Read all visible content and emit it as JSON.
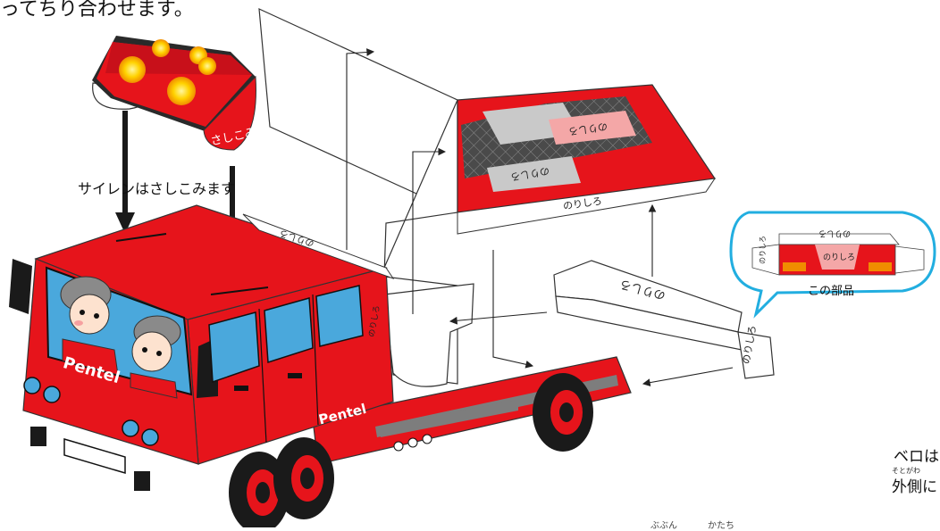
{
  "instruction_top": "ってちり合わせます。",
  "siren_caption": "サイレンはさしこみます",
  "sashikomi_label": "さしこみ",
  "glue_tab_label": "のりしろ",
  "callout": {
    "tab_label": "のりしろ",
    "caption": "この部品"
  },
  "brand_logo": "Pentel",
  "right_text": {
    "line1": "ベロは",
    "ruby": "そとがわ",
    "line2": "外側に"
  },
  "bottom_ruby": [
    "ぶぶん",
    "かたち"
  ],
  "colors": {
    "truck_red": "#e6141b",
    "dark_red": "#a50e12",
    "window_blue": "#4aa8dc",
    "callout_blue": "#22aee0",
    "grey": "#7d7d7d"
  }
}
